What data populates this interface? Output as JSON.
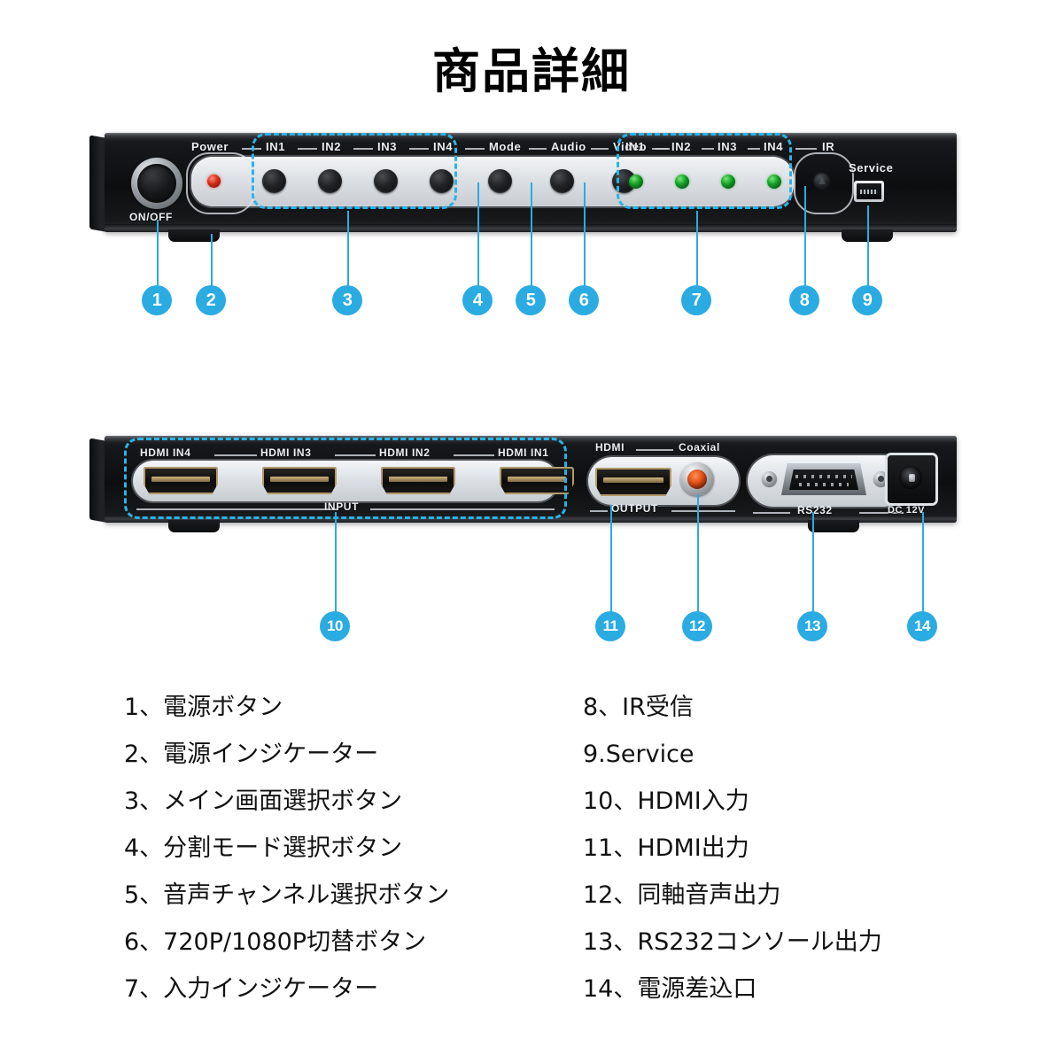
{
  "title": "商品詳細",
  "accent_color": "#2AABE2",
  "front_panel": {
    "power_button_label": "ON/OFF",
    "labels": [
      "Power",
      "IN1",
      "IN2",
      "IN3",
      "IN4",
      "Mode",
      "Audio",
      "Video"
    ],
    "led_labels": [
      "IN1",
      "IN2",
      "IN3",
      "IN4",
      "IR"
    ],
    "service_label": "Service",
    "service_port_icon": "mini-usb-icon"
  },
  "rear_panel": {
    "input_labels": [
      "HDMI IN4",
      "HDMI IN3",
      "HDMI IN2",
      "HDMI IN1"
    ],
    "input_group_label": "INPUT",
    "output_labels": [
      "HDMI",
      "Coaxial"
    ],
    "output_group_label": "OUTPUT",
    "rs232_label": "RS232",
    "dc_label": "DC 12V"
  },
  "callouts": {
    "front": [
      "1",
      "2",
      "3",
      "4",
      "5",
      "6",
      "7",
      "8",
      "9"
    ],
    "rear": [
      "10",
      "11",
      "12",
      "13",
      "14"
    ]
  },
  "legend": {
    "column1": [
      "1、電源ボタン",
      "2、電源インジケーター",
      "3、メイン画面選択ボタン",
      "4、分割モード選択ボタン",
      "5、音声チャンネル選択ボタン",
      "6、720P/1080P切替ボタン",
      "7、入力インジケーター"
    ],
    "column2": [
      "8、IR受信",
      "9.Service",
      "10、HDMI入力",
      "11、HDMI出力",
      "12、同軸音声出力",
      "13、RS232コンソール出力",
      "14、電源差込口"
    ]
  }
}
